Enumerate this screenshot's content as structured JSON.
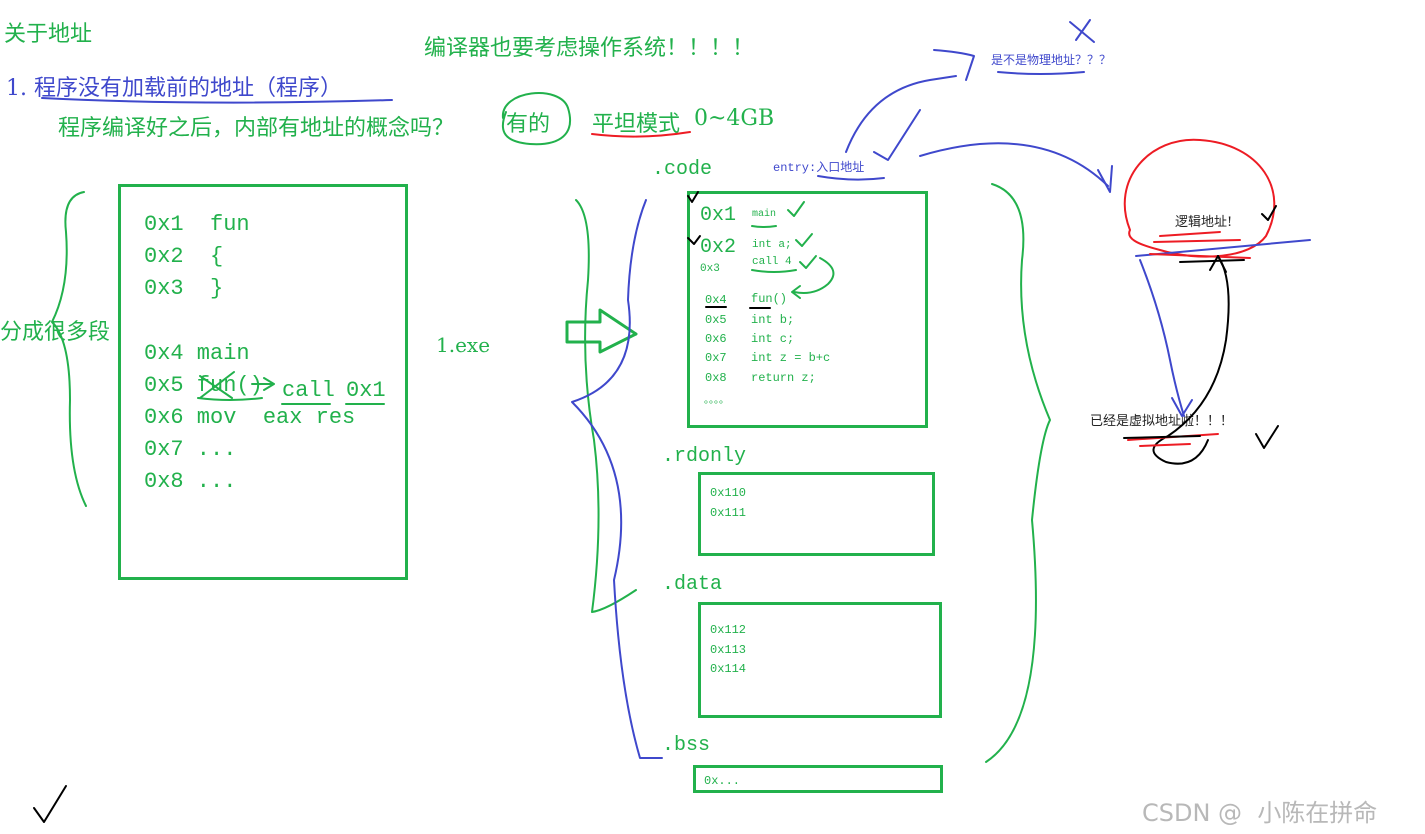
{
  "heading": {
    "title": "关于地址",
    "compiler_note": "编译器也要考虑操作系统！！！！",
    "point1": "1. 程序没有加载前的地址（程序）",
    "question": "程序编译好之后，内部有地址的概念吗？",
    "answer": "有的",
    "flat_mode": "平坦模式",
    "range": "0~4GB"
  },
  "left_program": {
    "brace_label": "分成很多段",
    "lines": [
      "0x1  fun",
      "0x2  {",
      "0x3  }",
      "0x4 main",
      "0x5 fun()",
      "0x6 mov  eax res",
      "0x7 ...",
      "0x8 ..."
    ],
    "call_text": "call",
    "call_target": "0x1"
  },
  "exe_label": "1.exe",
  "sections": {
    "code": {
      "label": ".code",
      "big": [
        "0x1",
        "0x2"
      ],
      "small_top": [
        "main",
        "int a;",
        "0x3",
        "call 4"
      ],
      "rows": [
        [
          "0x4",
          "fun()"
        ],
        [
          "0x5",
          "int b;"
        ],
        [
          "0x6",
          "int c;"
        ],
        [
          "0x7",
          "int z = b+c"
        ],
        [
          "0x8",
          "return z;"
        ]
      ],
      "dots": "。。。。"
    },
    "rdonly": {
      "label": ".rdonly",
      "lines": [
        "0x110",
        "0x111"
      ]
    },
    "data": {
      "label": ".data",
      "lines": [
        "0x112",
        "0x113",
        "0x114"
      ]
    },
    "bss": {
      "label": ".bss",
      "lines": [
        "0x..."
      ]
    }
  },
  "annotations": {
    "entry": "entry:入口地址",
    "physical_q": "是不是物理地址？？？",
    "logical": "逻辑地址!",
    "virtual": "已经是虚拟地址啦！！！"
  },
  "watermark": "CSDN @  小陈在拼命",
  "colors": {
    "green": "#22b14c",
    "blue": "#3f48cc",
    "red": "#ed1c24",
    "black": "#000000"
  }
}
